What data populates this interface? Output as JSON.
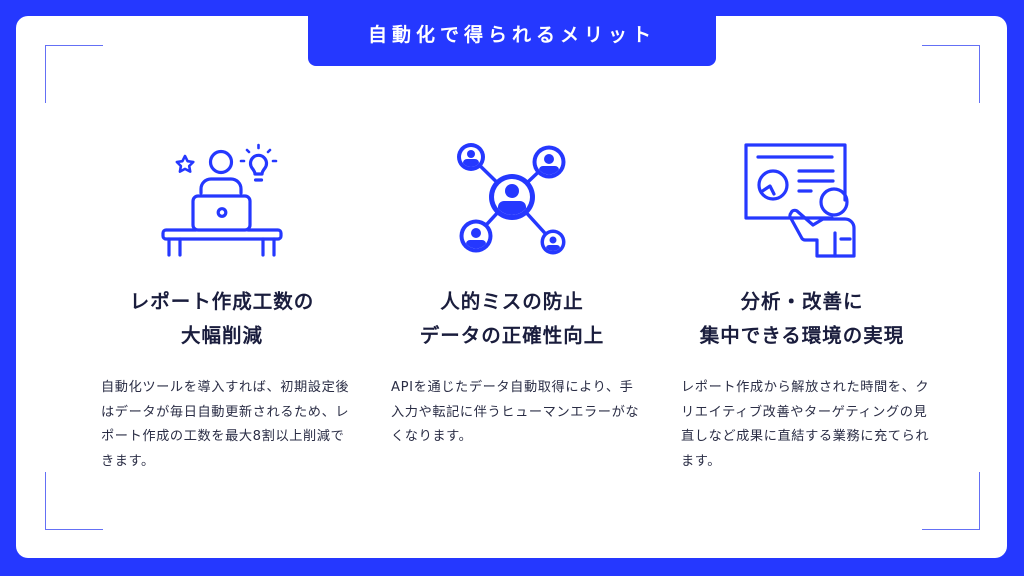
{
  "banner": {
    "title": "自動化で得られるメリット"
  },
  "colors": {
    "accent": "#2538ff",
    "heading": "#1a1d3d",
    "body": "#2a2d45",
    "bracket": "#6470f5",
    "card": "#ffffff"
  },
  "benefits": [
    {
      "icon": "person-laptop-idea-icon",
      "heading_lines": [
        "レポート作成工数の",
        "大幅削減"
      ],
      "body": "自動化ツールを導入すれば、初期設定後はデータが毎日自動更新されるため、レポート作成の工数を最大8割以上削減できます。"
    },
    {
      "icon": "people-network-icon",
      "heading_lines": [
        "人的ミスの防止",
        "データの正確性向上"
      ],
      "body": "APIを通じたデータ自動取得により、手入力や転記に伴うヒューマンエラーがなくなります。"
    },
    {
      "icon": "presentation-analysis-icon",
      "heading_lines": [
        "分析・改善に",
        "集中できる環境の実現"
      ],
      "body": "レポート作成から解放された時間を、クリエイティブ改善やターゲティングの見直しなど成果に直結する業務に充てられます。"
    }
  ]
}
